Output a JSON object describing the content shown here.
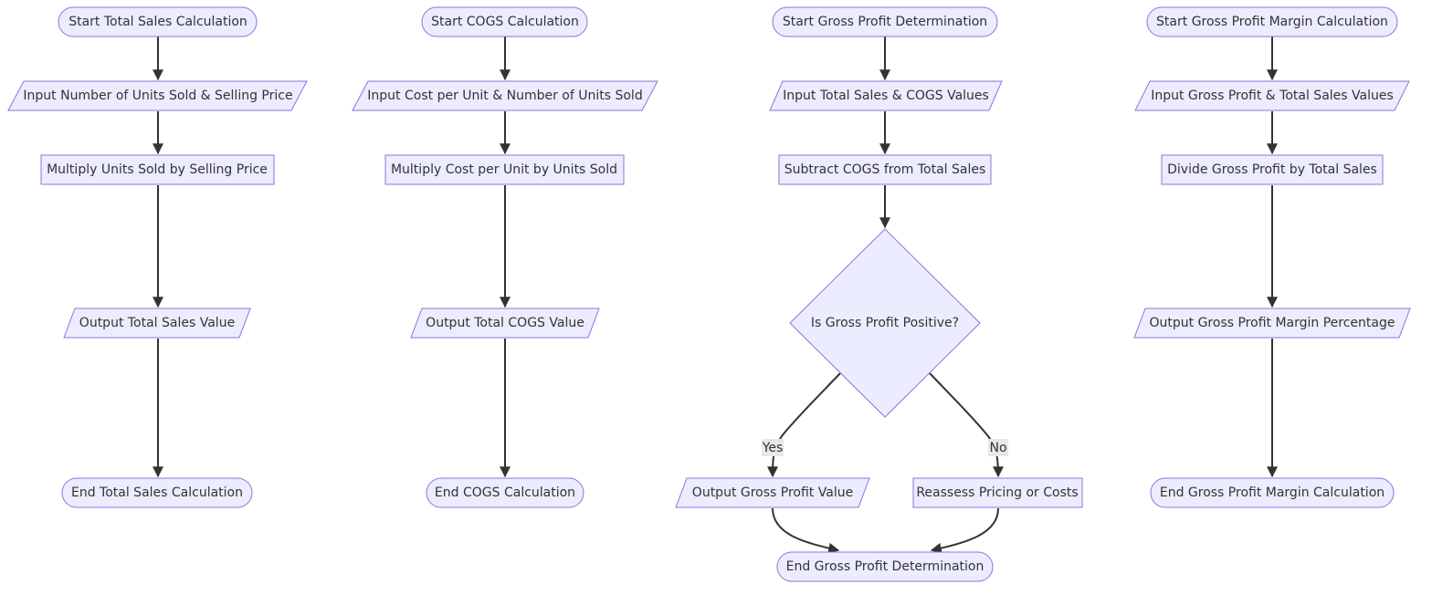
{
  "flows": [
    {
      "start": "Start Total Sales Calculation",
      "input": "Input Number of Units Sold & Selling Price",
      "process": "Multiply Units Sold by Selling Price",
      "output": "Output Total Sales Value",
      "end": "End Total Sales Calculation"
    },
    {
      "start": "Start COGS Calculation",
      "input": "Input Cost per Unit & Number of Units Sold",
      "process": "Multiply Cost per Unit by Units Sold",
      "output": "Output Total COGS Value",
      "end": "End COGS Calculation"
    },
    {
      "start": "Start Gross Profit Determination",
      "input": "Input Total Sales & COGS Values",
      "process": "Subtract COGS from Total Sales",
      "decision": "Is Gross Profit Positive?",
      "yes_label": "Yes",
      "no_label": "No",
      "yes_output": "Output Gross Profit Value",
      "no_process": "Reassess Pricing or Costs",
      "end": "End Gross Profit Determination"
    },
    {
      "start": "Start Gross Profit Margin Calculation",
      "input": "Input Gross Profit & Total Sales Values",
      "process": "Divide Gross Profit by Total Sales",
      "output": "Output Gross Profit Margin Percentage",
      "end": "End Gross Profit Margin Calculation"
    }
  ],
  "colors": {
    "node_fill": "#ECECFF",
    "node_stroke": "#9370DB",
    "edge": "#333333",
    "text": "#333333",
    "edge_label_bg": "#e8e8e8"
  }
}
